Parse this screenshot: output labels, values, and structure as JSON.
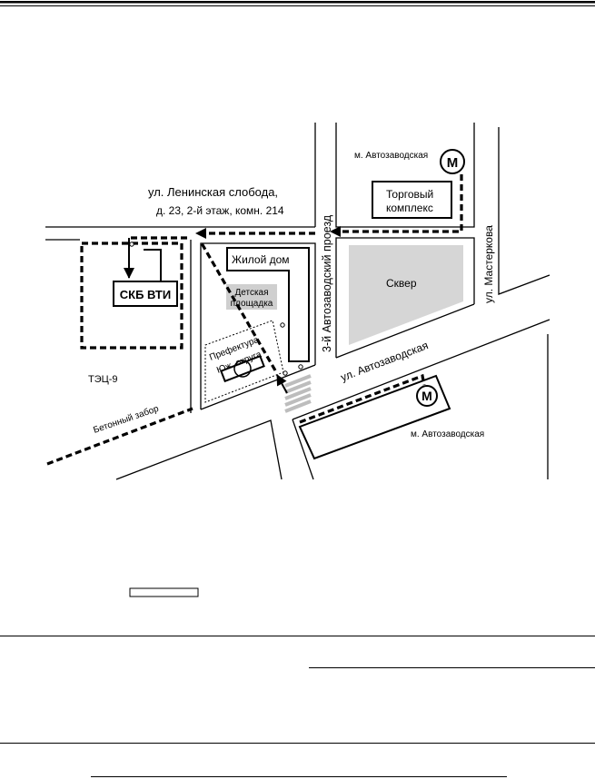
{
  "map": {
    "address_line1": "ул. Ленинская слобода,",
    "address_line2": "д. 23, 2-й этаж, комн. 214",
    "metro_top_label": "м. Автозаводская",
    "metro_symbol": "М",
    "mall_line1": "Торговый",
    "mall_line2": "комплекс",
    "street_proezd": "3-й Автозаводский проезд",
    "street_masterkova": "ул. Мастеркова",
    "square": "Сквер",
    "residential": "Жилой дом",
    "playground_line1": "Детская",
    "playground_line2": "площадка",
    "office": "СКБ ВТИ",
    "prefecture_line1": "Префектура",
    "prefecture_line2": "Юж. округа",
    "tec": "ТЭЦ-9",
    "fence": "Бетонный забор",
    "street_avtozavodskaya": "ул. Автозаводская",
    "metro_bottom_label": "м. Автозаводская"
  },
  "colors": {
    "square_fill": "#d6d6d6",
    "playground_fill": "#cfcfcf",
    "crosswalk": "#bdbdbd"
  }
}
